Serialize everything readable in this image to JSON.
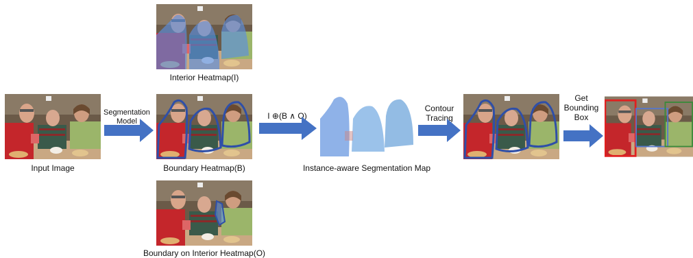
{
  "labels": {
    "input_image": "Input Image",
    "interior_heatmap": "Interior Heatmap(I)",
    "boundary_heatmap": "Boundary Heatmap(B)",
    "boundary_on_interior": "Boundary on Interior Heatmap(O)",
    "instance_map": "Instance-aware Segmentation Map"
  },
  "steps": {
    "segmentation_line1": "Segmentation",
    "segmentation_line2": "Model",
    "formula": "I ⊕(B ∧ O)",
    "contour_line1": "Contour",
    "contour_line2": "Tracing",
    "bbox_line1": "Get",
    "bbox_line2": "Bounding",
    "bbox_line3": "Box"
  },
  "colors": {
    "arrow": "#4472c4",
    "interior_overlay": "#5b8fe0",
    "boundary_stroke": "#2f4fa8",
    "box_red": "#e02020",
    "box_blue": "#5577cc",
    "box_green": "#3a8a3a"
  }
}
